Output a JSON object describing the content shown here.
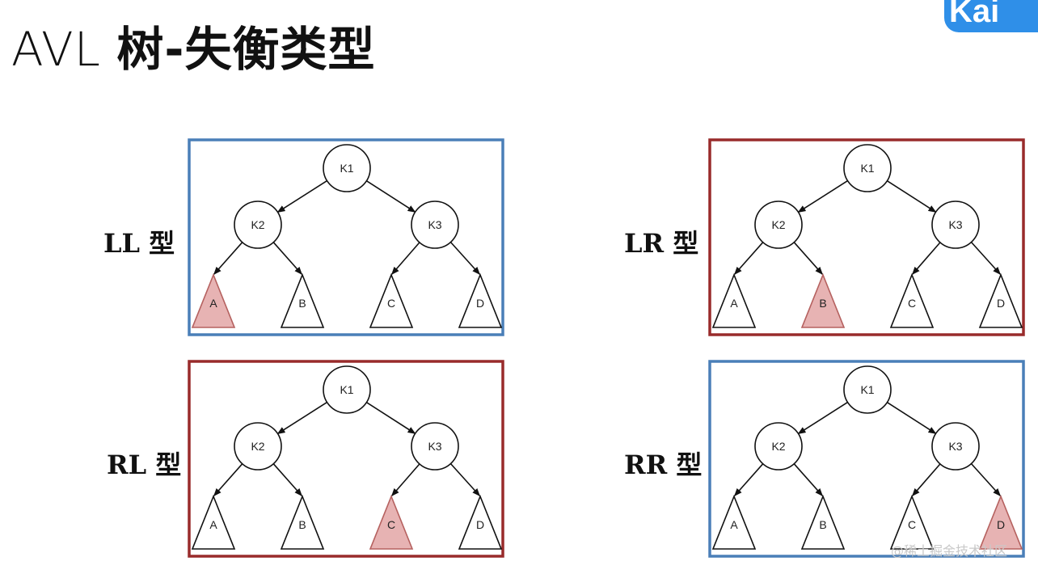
{
  "title": {
    "latin": "AVL",
    "cjk": "树-失衡类型"
  },
  "logo": {
    "text": "Kai"
  },
  "colors": {
    "blue_frame": "#4a7fb8",
    "red_frame": "#992b2b",
    "highlight_fill": "#e7b3b3",
    "highlight_stroke": "#b5615f",
    "line": "#111111"
  },
  "node_labels": {
    "root": "K1",
    "left": "K2",
    "right": "K3"
  },
  "subtree_labels": [
    "A",
    "B",
    "C",
    "D"
  ],
  "panels": [
    {
      "label": "LL 型",
      "frame": "blue",
      "highlight": 0
    },
    {
      "label": "LR 型",
      "frame": "red",
      "highlight": 1
    },
    {
      "label": "RL 型",
      "frame": "red",
      "highlight": 2
    },
    {
      "label": "RR 型",
      "frame": "blue",
      "highlight": 3
    }
  ],
  "watermark": "@稀土掘金技术社区"
}
